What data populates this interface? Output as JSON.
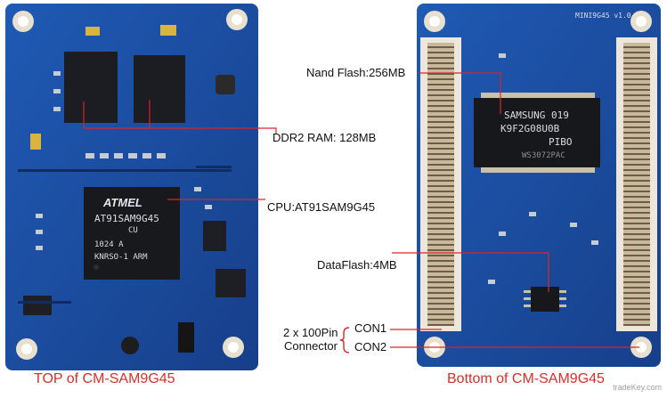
{
  "labels": {
    "nand_flash": "Nand Flash:256MB",
    "ddr2_ram": "DDR2 RAM: 128MB",
    "cpu": "CPU:AT91SAM9G45",
    "dataflash": "DataFlash:4MB",
    "con1": "CON1",
    "con2": "CON2",
    "connector_line1": "2 x 100Pin",
    "connector_line2": "Connector"
  },
  "captions": {
    "top": "TOP of CM-SAM9G45",
    "bottom": "Bottom of CM-SAM9G45"
  },
  "chips": {
    "cpu_brand": "ATMEL",
    "cpu_model": "AT91SAM9G45",
    "cpu_suffix": "CU",
    "cpu_line3": "1024   A",
    "cpu_line4": "KNRSO-1     ARM",
    "nand_brand": "SAMSUNG 019",
    "nand_model": "K9F2G08U0B",
    "nand_suffix": "PIBO",
    "nand_line4": "WS3072PAC",
    "board_id": "MINI9G45  v1.0"
  },
  "watermark": "tradeKey.com",
  "colors": {
    "pcb_blue": "#1b4fa3",
    "label_line": "#d9252a",
    "caption_red": "#d6302a"
  }
}
